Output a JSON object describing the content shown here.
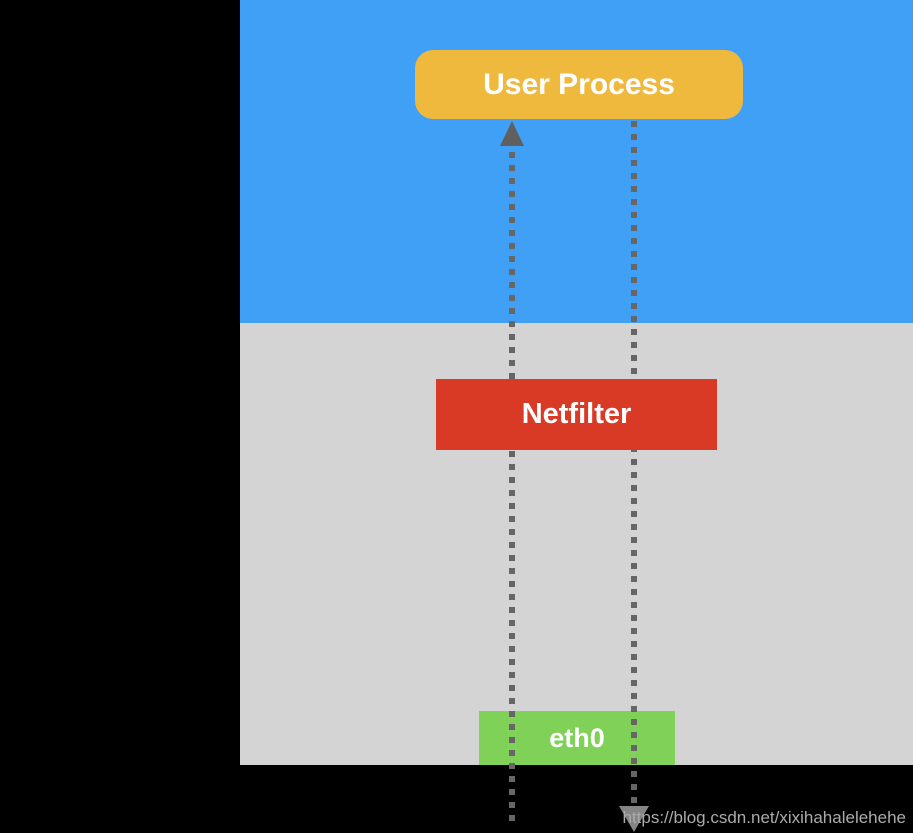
{
  "diagram": {
    "boxes": {
      "user_process": {
        "label": "User Process",
        "color": "#EEB93C"
      },
      "netfilter": {
        "label": "Netfilter",
        "color": "#D93A26"
      },
      "eth0": {
        "label": "eth0",
        "color": "#7FD157"
      }
    },
    "regions": {
      "user_space_color": "#3FA0F6",
      "kernel_space_color": "#D4D4D4",
      "background_color": "#000000"
    },
    "flow_lines": {
      "style": "dotted",
      "color": "#666666",
      "inbound_direction": "up",
      "outbound_direction": "down"
    }
  },
  "watermark": {
    "url": "https://blog.csdn.net/xixihahalelehehe"
  }
}
